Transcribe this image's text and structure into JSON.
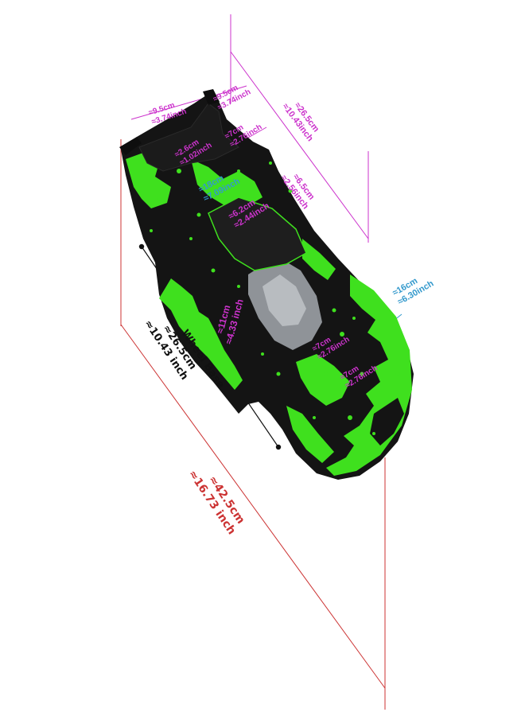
{
  "product": {
    "description": "RC short course truck body shell with dimension annotations",
    "colors": {
      "body_dark": "#141414",
      "body_green": "#3fe01e",
      "window": "#8f9398",
      "magenta": "#cc33cc",
      "cyan": "#3399cc",
      "red": "#cc3333",
      "black": "#111111"
    }
  },
  "dimensions": {
    "rear_left_width": {
      "cm": "≈9.5cm",
      "inch": "≈3.74inch"
    },
    "rear_right_width": {
      "cm": "≈9.5cm",
      "inch": "≈3.74inch"
    },
    "rear_slot_height": {
      "cm": "≈7cm",
      "inch": "≈2.76inch"
    },
    "rear_slot_width": {
      "cm": "≈2.6cm",
      "inch": "≈1.02inch"
    },
    "rear_height": {
      "cm": "≈26.5cm",
      "inch": "≈10.43inch"
    },
    "body_width_rear": {
      "cm": "≈18cm",
      "inch": "≈7.09inch"
    },
    "bed_length": {
      "cm": "≈6.5cm",
      "inch": "≈2.56inch"
    },
    "cab_width": {
      "cm": "≈6.2cm",
      "inch": "≈2.44inch"
    },
    "cab_length": {
      "cm": "≈11cm",
      "inch": "≈4.33 inch"
    },
    "front_width": {
      "cm": "≈16cm",
      "inch": "≈6.30inch"
    },
    "hood_upper": {
      "cm": "≈7cm",
      "inch": "≈2.76inch"
    },
    "hood_lower": {
      "cm": "≈7cm",
      "inch": "≈2.76inch"
    },
    "wheel_base": {
      "title": "Wheel Base",
      "cm": "≈26.5cm",
      "inch": "≈10.43 inch"
    },
    "total_length": {
      "cm": "≈42.5cm",
      "inch": "≈16.73 inch"
    }
  }
}
